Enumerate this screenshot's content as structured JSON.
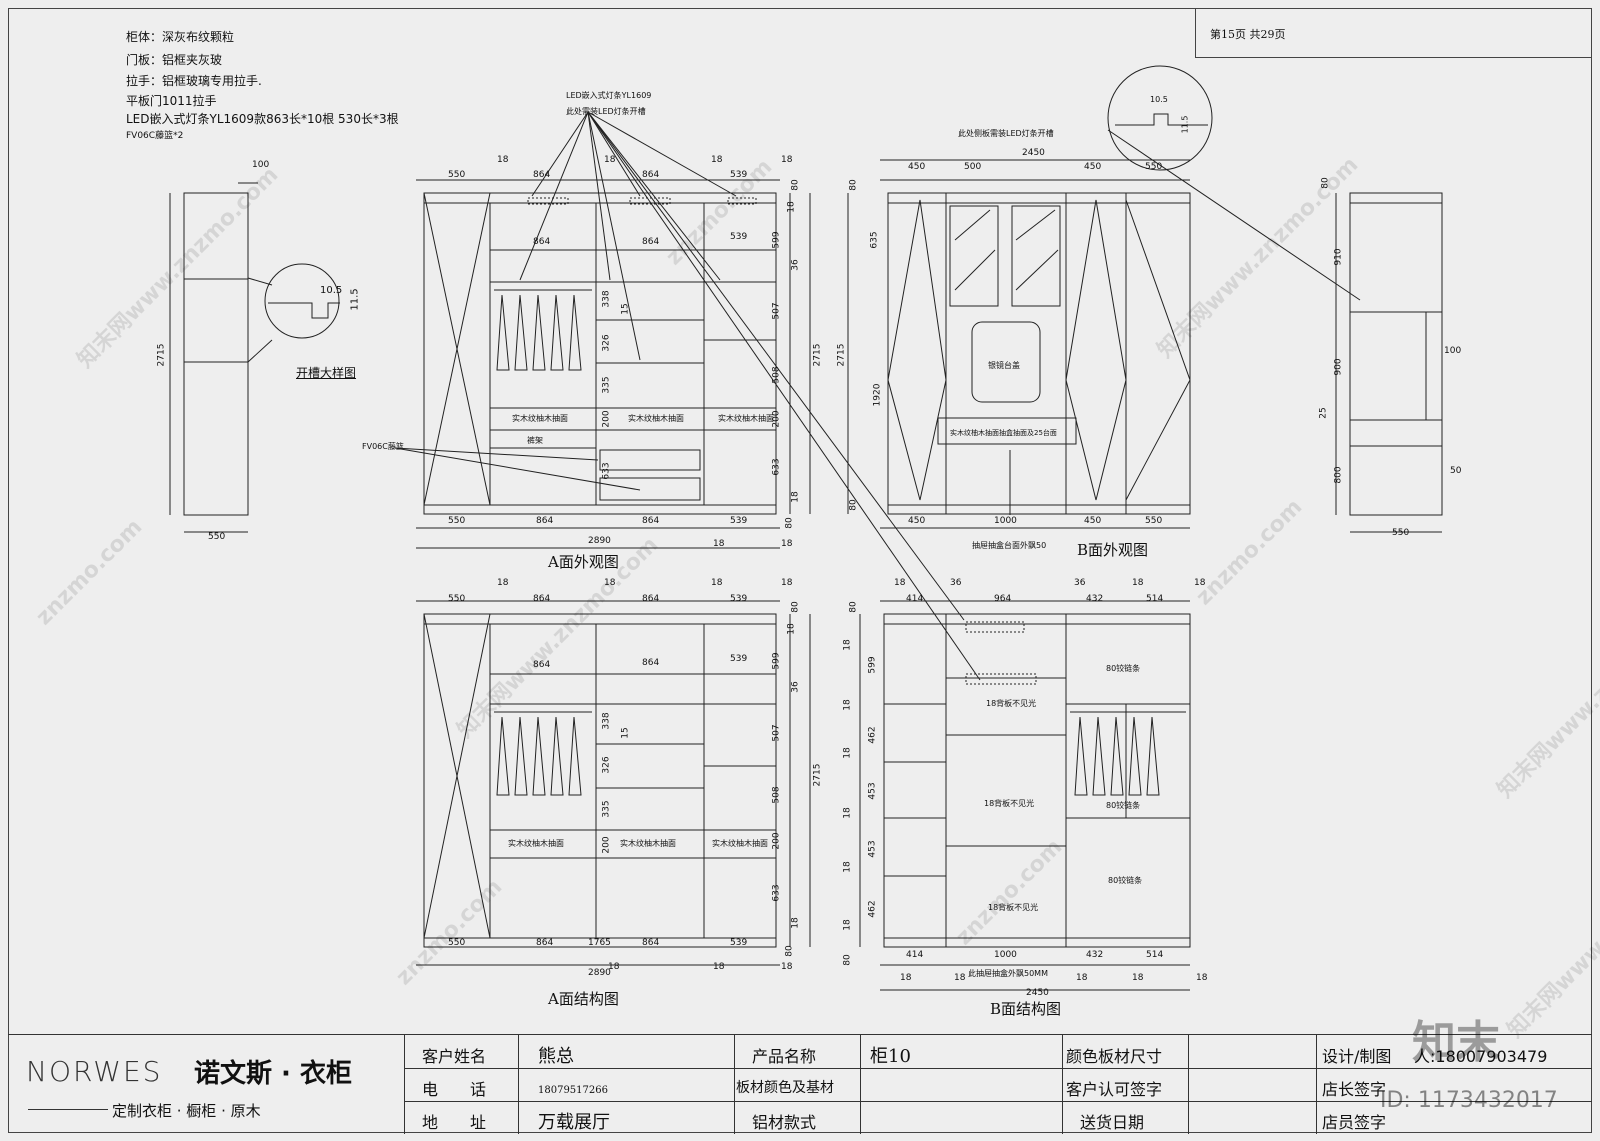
{
  "page_info": "第15页 共29页",
  "notes": [
    "柜体：深灰布纹颗粒",
    "门板：铝框夹灰玻",
    "拉手：铝框玻璃专用拉手.",
    "平板门1011拉手",
    "LED嵌入式灯条YL1609款863长*10根   530长*3根",
    "FV06C藤篮*2"
  ],
  "led_callout": [
    "LED嵌入式灯条YL1609",
    "此处需装LED灯条开槽"
  ],
  "side_groove_note": "此处侧板需装LED灯条开槽",
  "groove_detail_label": "开槽大样图",
  "groove_dims": {
    "a": "10.5",
    "b": "11.5"
  },
  "basket_label": "FV06C藤篮",
  "view_labels": {
    "a_elev": "A面外观图",
    "b_elev": "B面外观图",
    "a_struct": "A面结构图",
    "b_struct": "B面结构图"
  },
  "a_dims": {
    "top": [
      "550",
      "18",
      "864",
      "18",
      "864",
      "18",
      "539",
      "18"
    ],
    "bottom": [
      "550",
      "864",
      "864",
      "539"
    ],
    "total": "2890",
    "b18": [
      "18",
      "18"
    ],
    "h_total": "2715",
    "right": [
      "80",
      "18",
      "599",
      "36",
      "507",
      "508",
      "200",
      "633",
      "18",
      "80"
    ],
    "inner": [
      "338",
      "326",
      "335",
      "200",
      "633",
      "15"
    ],
    "shelf": [
      "864",
      "864",
      "539"
    ],
    "struct_mid": "1765"
  },
  "a_labels": {
    "drawer": [
      "实木纹柚木抽面",
      "实木纹柚木抽面",
      "实木纹柚木抽面"
    ],
    "trouser": "裤架"
  },
  "b_dims": {
    "top": [
      "450",
      "500",
      "2450",
      "450",
      "550"
    ],
    "bottom": [
      "450",
      "1000",
      "450",
      "550"
    ],
    "left": [
      "80",
      "635",
      "2715",
      "1920",
      "80"
    ],
    "drawer_note": "抽屉抽盒台面外飘50",
    "mirror_label": "银镜台盖",
    "drawer_label": "实木纹柚木抽面抽盒抽面及25台面",
    "struct_top": [
      "18",
      "414",
      "36",
      "964",
      "36",
      "432",
      "18",
      "514",
      "18"
    ],
    "struct_bottom": [
      "414",
      "1000",
      "432",
      "514"
    ],
    "struct_b18": [
      "18",
      "18",
      "18",
      "18",
      "18"
    ],
    "struct_total": "2450",
    "struct_left": [
      "80",
      "18",
      "599",
      "18",
      "462",
      "18",
      "453",
      "18",
      "453",
      "18",
      "462",
      "18",
      "80"
    ],
    "back_label": [
      "18背板不见光",
      "18背板不见光",
      "18背板不见光"
    ],
    "hinge_label": [
      "80铰链条",
      "80铰链条",
      "80铰链条"
    ],
    "drawer_box_note": "此抽屉抽盒外飘50MM"
  },
  "side_dims": {
    "left": [
      "100",
      "2715",
      "550"
    ],
    "right": [
      "80",
      "910",
      "900",
      "100",
      "25",
      "800",
      "50",
      "550"
    ]
  },
  "watermark": "znzmo.com",
  "watermark_cn": "知末网www.znzmo.com",
  "title_block": {
    "brand_en": "NORWES",
    "brand_cn": "诺文斯 · 衣柜",
    "slogan": "定制衣柜 · 橱柜 · 原木",
    "customer_label": "客户姓名",
    "customer_value": "熊总",
    "phone_label": "电　　话",
    "phone_value": "18079517266",
    "address_label": "地　　址",
    "address_value": "万载展厅",
    "product_label": "产品名称",
    "product_value": "柜10",
    "material_label": "板材颜色及基材",
    "aluminum_label": "铝材款式",
    "size_label": "颜色板材尺寸",
    "approve_label": "客户认可签字",
    "delivery_label": "送货日期",
    "designer_label": "设计/制图",
    "designer_value": "人:18007903479",
    "manager_label": "店长签字",
    "staff_label": "店员签字"
  },
  "logo_text": "知末",
  "id_text": "ID: 1173432017"
}
